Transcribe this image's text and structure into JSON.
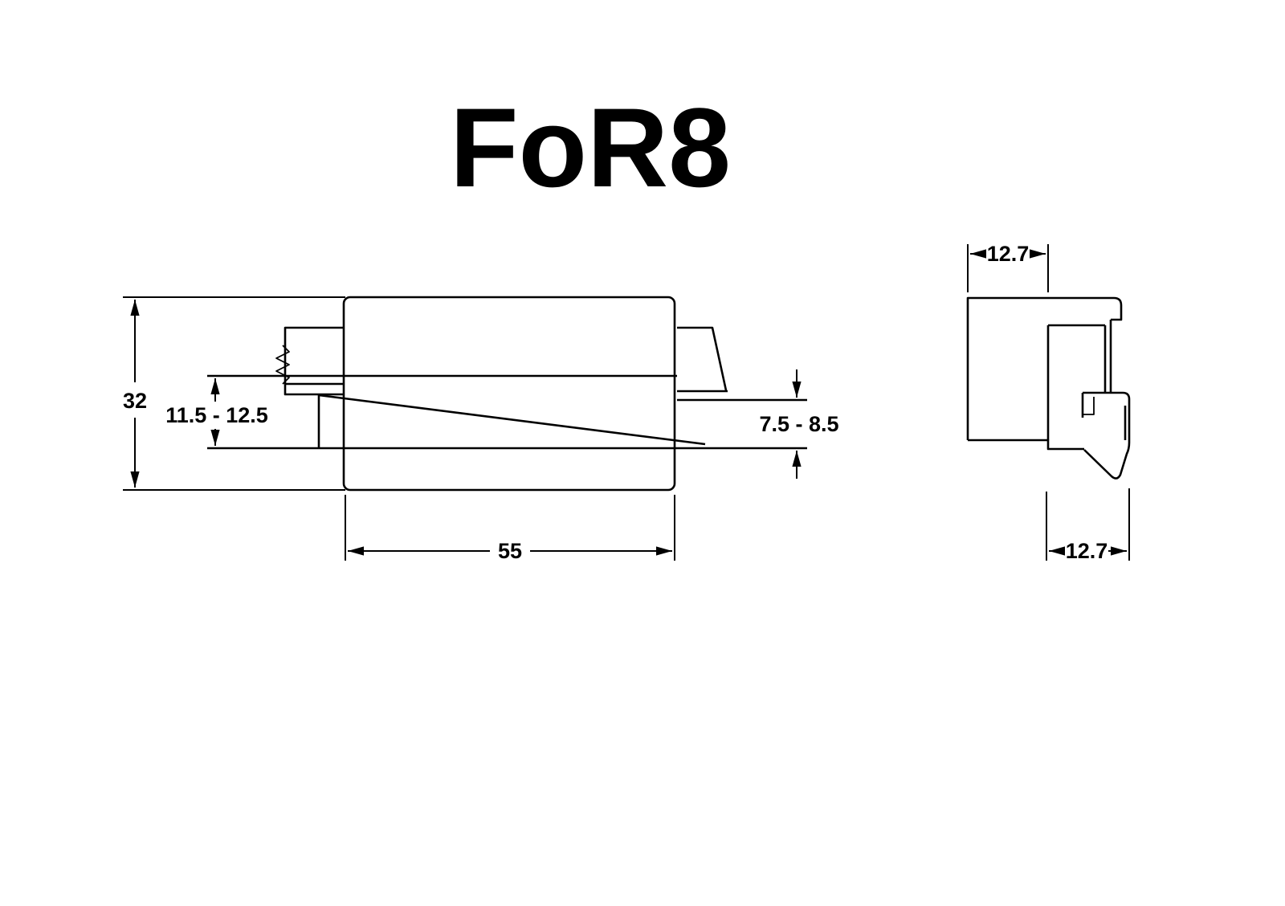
{
  "title": "FoR8",
  "front_view": {
    "dim_overall_height": "32",
    "dim_left_range": "11.5 - 12.5",
    "dim_right_range": "7.5 - 8.5",
    "dim_width": "55"
  },
  "side_view": {
    "dim_top_width": "12.7",
    "dim_bottom_width": "12.7"
  }
}
